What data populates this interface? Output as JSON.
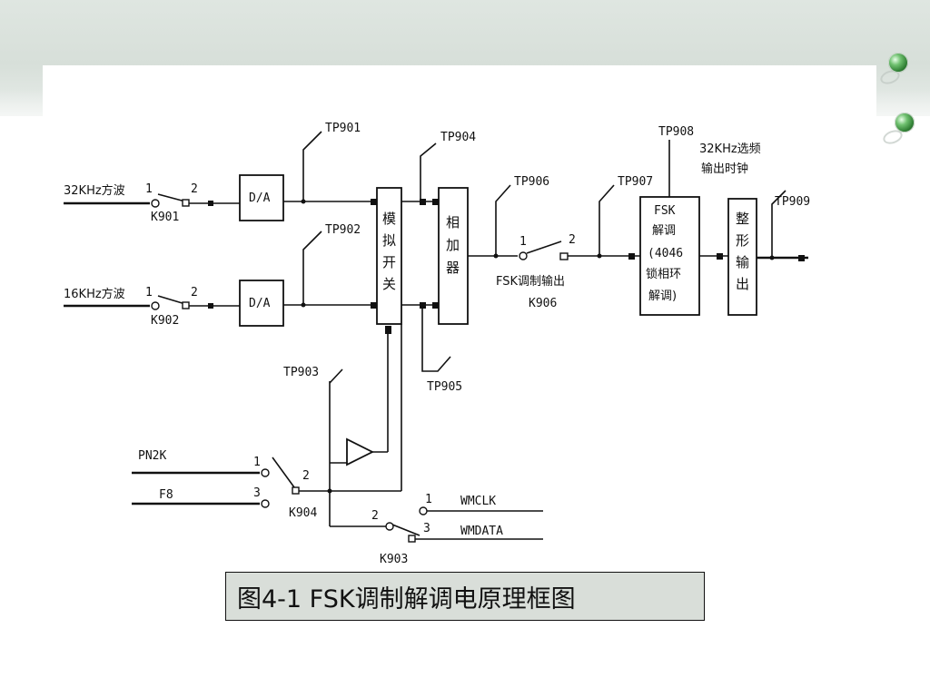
{
  "caption": "图4-1  FSK调制解调电原理框图",
  "diagram": {
    "inputs": {
      "square_32k": "32KHz方波",
      "square_16k": "16KHz方波",
      "pn2k": "PN2K",
      "f8": "F8"
    },
    "blocks": {
      "da_1": "D/A",
      "da_2": "D/A",
      "analog_switch": [
        "模",
        "拟",
        "开",
        "关"
      ],
      "adder": [
        "相",
        "加",
        "器"
      ],
      "fsk_demod": [
        "FSK",
        "解调",
        "(4046",
        "锁相环",
        "解调)"
      ],
      "shaping_output": [
        "整",
        "形",
        "输",
        "出"
      ]
    },
    "test_points": {
      "tp901": "TP901",
      "tp902": "TP902",
      "tp903": "TP903",
      "tp904": "TP904",
      "tp905": "TP905",
      "tp906": "TP906",
      "tp907": "TP907",
      "tp908": "TP908",
      "tp909": "TP909"
    },
    "switches": {
      "k901": "K901",
      "k902": "K902",
      "k904": "K904",
      "k903": "K903",
      "k906": "K906"
    },
    "pin_labels": {
      "one": "1",
      "two": "2",
      "three": "3"
    },
    "annotations": {
      "fsk_mod_out": "FSK调制输出",
      "clk_out_line1": "32KHz选频",
      "clk_out_line2": "输出时钟"
    },
    "outputs": {
      "wmclk": "WMCLK",
      "wmdata": "WMDATA"
    }
  }
}
